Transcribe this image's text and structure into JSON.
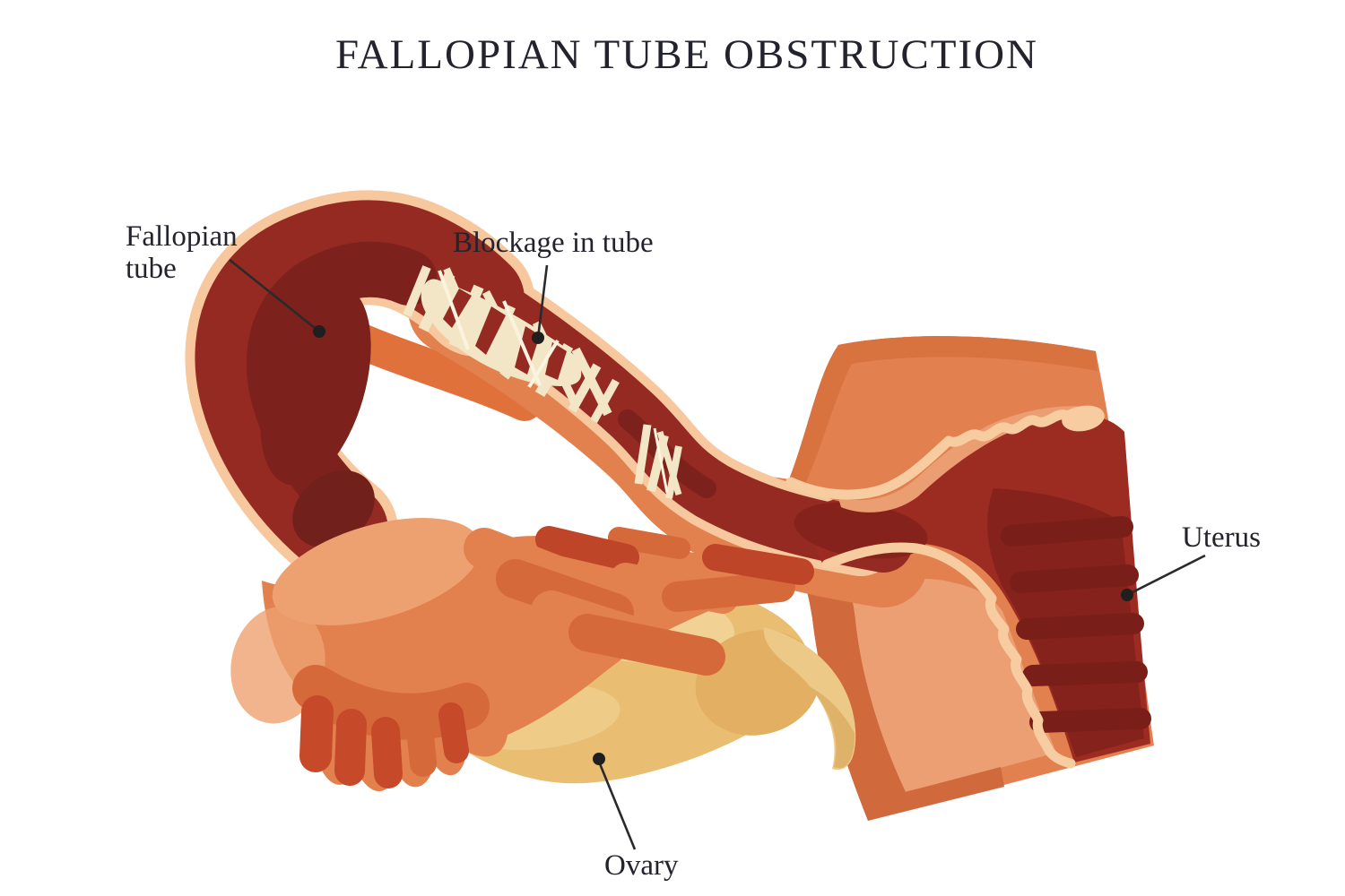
{
  "title": {
    "text": "FALLOPIAN TUBE OBSTRUCTION"
  },
  "labels": {
    "fallopian_tube": {
      "line1": "Fallopian",
      "line2": "tube"
    },
    "blockage": {
      "text": "Blockage in tube"
    },
    "uterus": {
      "text": "Uterus"
    },
    "ovary": {
      "text": "Ovary"
    }
  },
  "colors": {
    "background": "#ffffff",
    "text": "#23232d",
    "leader_line": "#2a2a2a",
    "tube_outline_peach": "#f7c79e",
    "tube_red": "#942a21",
    "tube_dark_red": "#7c211b",
    "tube_inner_orange_lining": "#e0713b",
    "blockage_cream": "#f3e6c6",
    "blockage_cream_light": "#faf3df",
    "fimbriae_orange": "#e2804e",
    "fimbriae_light": "#eda171",
    "fimbriae_mid": "#d5693a",
    "fimbriae_deep": "#c64a2a",
    "fimbriae_tip_dark": "#bf4529",
    "ovary_tan": "#e9bd72",
    "ovary_light": "#f2d294",
    "ovary_shade": "#e3af63",
    "ovary_ligament_gold": "#ecc987",
    "uterus_orange": "#e2804f",
    "uterus_top_band": "#d87340",
    "uterus_light_band": "#eb9e72",
    "uterus_inner_panel": "#eb9f73",
    "uterus_left_strip": "#d0693c",
    "uterus_cavity_red": "#9c2b22",
    "uterus_inner_dark": "#85221c",
    "uterus_ridge_dark": "#7a1e19",
    "wavy_border_peach": "#f8cca1"
  }
}
